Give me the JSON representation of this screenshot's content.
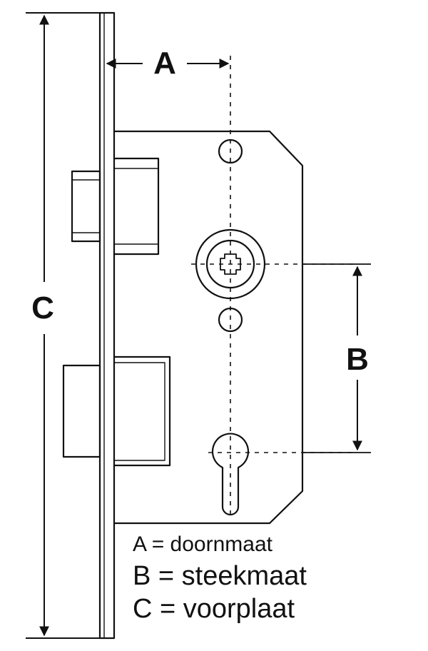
{
  "diagram": {
    "dimension_labels": {
      "a": "A",
      "b": "B",
      "c": "C"
    },
    "legend": {
      "line_a": "A = doornmaat",
      "line_b": "B = steekmaat",
      "line_c": "C = voorplaat"
    }
  }
}
